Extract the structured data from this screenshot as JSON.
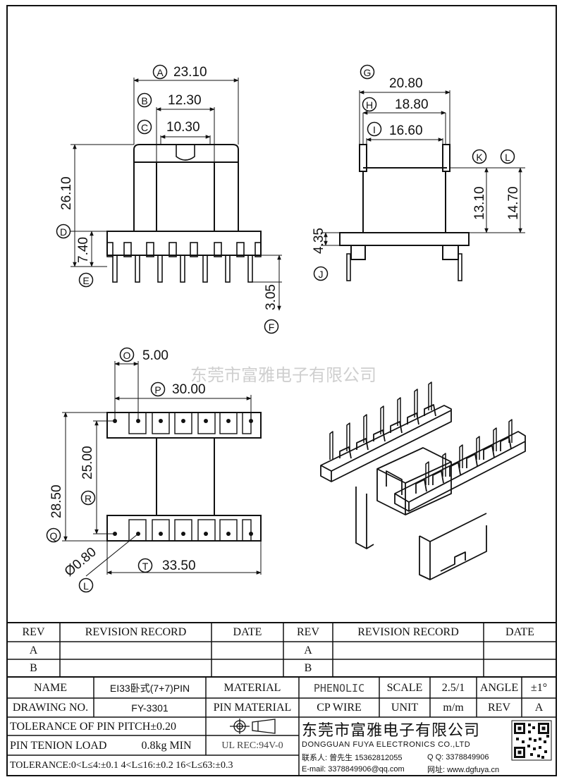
{
  "watermark": "东莞市富雅电子有限公司",
  "dims": {
    "A": {
      "letter": "A",
      "value": "23.10"
    },
    "B": {
      "letter": "B",
      "value": "12.30"
    },
    "C": {
      "letter": "C",
      "value": "10.30"
    },
    "D": {
      "letter": "D",
      "value": "26.10"
    },
    "D2": {
      "value": "7.40"
    },
    "E": {
      "letter": "E"
    },
    "F": {
      "letter": "F",
      "value": "3.05"
    },
    "G": {
      "letter": "G",
      "value": "20.80"
    },
    "H": {
      "letter": "H",
      "value": "18.80"
    },
    "I": {
      "letter": "I",
      "value": "16.60"
    },
    "K": {
      "letter": "K",
      "value": "13.10"
    },
    "L": {
      "letter": "L",
      "value": "14.70"
    },
    "J": {
      "letter": "J",
      "value": "4.35"
    },
    "O": {
      "letter": "O",
      "value": "5.00"
    },
    "P": {
      "letter": "P",
      "value": "30.00"
    },
    "Q": {
      "letter": "Q",
      "value": "28.50"
    },
    "R": {
      "letter": "R",
      "value": "25.00"
    },
    "S": {
      "letter": "L",
      "value": "Ø0.80"
    },
    "T": {
      "letter": "T",
      "value": "33.50"
    }
  },
  "revision": {
    "headers": [
      "REV",
      "REVISION RECORD",
      "DATE",
      "REV",
      "REVISION RECORD",
      "DATE"
    ],
    "rows": [
      [
        "A",
        "",
        "",
        "A",
        "",
        ""
      ],
      [
        "B",
        "",
        "",
        "B",
        "",
        ""
      ]
    ]
  },
  "info": {
    "name_label": "NAME",
    "name_value": "EI33卧式(7+7)PIN",
    "material_label": "MATERIAL",
    "material_value": "PHENOLIC",
    "scale_label": "SCALE",
    "scale_value": "2.5/1",
    "angle_label": "ANGLE",
    "angle_value": "±1°",
    "drawing_label": "DRAWING NO.",
    "drawing_value": "FY-3301",
    "pin_material_label": "PIN MATERIAL",
    "pin_material_value": "CP WIRE",
    "unit_label": "UNIT",
    "unit_value": "m/m",
    "rev_label": "REV",
    "rev_value": "A",
    "pitch_tol": "TOLERANCE OF PIN PITCH±0.20",
    "pin_load_label": "PIN TENION LOAD",
    "pin_load_value": "0.8kg MIN",
    "ul": "UL REC:94V-0",
    "tolerance": "TOLERANCE:0<L≤4:±0.1  4<L≤16:±0.2  16<L≤63:±0.3"
  },
  "company": {
    "name_cn": "东莞市富雅电子有限公司",
    "name_en": "DONGGUAN FUYA ELECTRONICS CO.,LTD",
    "contact": "联系人: 曾先生 15362812055",
    "qq": "Q Q: 3378849906",
    "email": "E-mail: 3378849906@qq.com",
    "web": "网址: www.dgfuya.cn"
  }
}
